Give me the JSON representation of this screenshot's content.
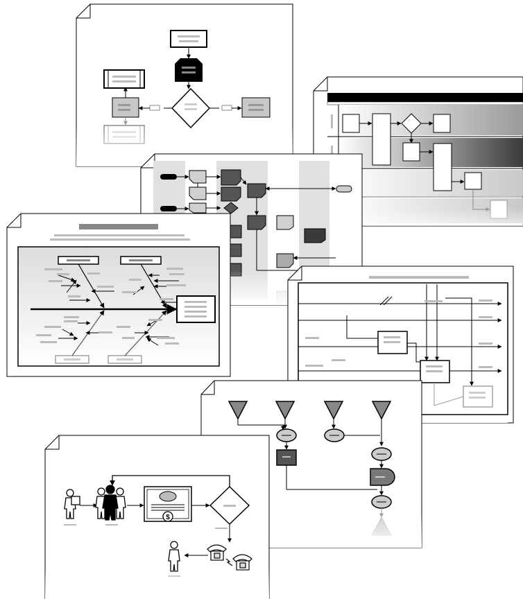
{
  "title": "",
  "sheets": [
    {
      "id": "flowchart",
      "kind": "basic flowchart"
    },
    {
      "id": "swimlane",
      "kind": "cross-functional flowchart"
    },
    {
      "id": "process-lanes",
      "kind": "process flow with lanes"
    },
    {
      "id": "fishbone",
      "kind": "cause and effect diagram"
    },
    {
      "id": "data-flow",
      "kind": "data flow diagram"
    },
    {
      "id": "triangles",
      "kind": "triangle flow diagram"
    },
    {
      "id": "people-flow",
      "kind": "illustrated workflow"
    }
  ],
  "icons": [
    "person-icon",
    "group-icon",
    "certificate-icon",
    "dollar-seal-icon",
    "telephone-icon",
    "lightning-icon"
  ],
  "labels": {
    "seal_symbol": "$"
  },
  "colors": {
    "ink": "#000000",
    "paper": "#ffffff",
    "light_gray": "#cfcfcf",
    "mid_gray": "#a9a9a9",
    "dark_gray": "#555555",
    "band_gray": "#e4e4e4",
    "placeholder": "#bdbdbd"
  }
}
